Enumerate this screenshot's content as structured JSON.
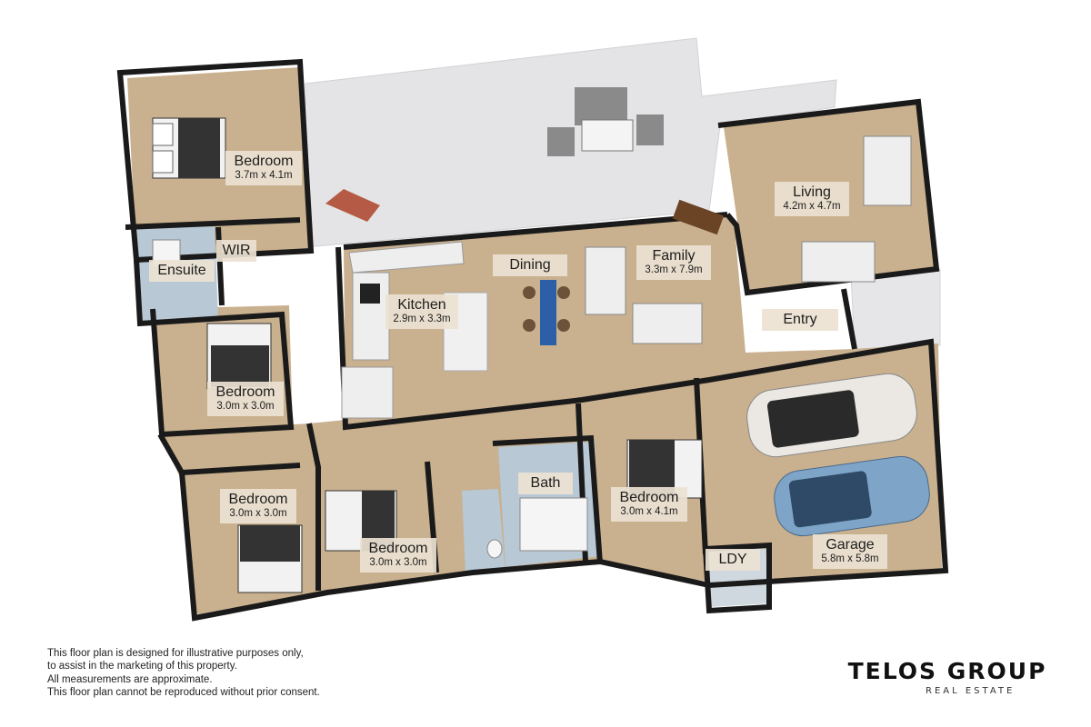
{
  "rooms": {
    "bedroom_master": {
      "name": "Bedroom",
      "dims": "3.7m x 4.1m"
    },
    "wir": {
      "name": "WIR"
    },
    "ensuite": {
      "name": "Ensuite"
    },
    "kitchen": {
      "name": "Kitchen",
      "dims": "2.9m x 3.3m"
    },
    "dining": {
      "name": "Dining"
    },
    "family": {
      "name": "Family",
      "dims": "3.3m x 7.9m"
    },
    "living": {
      "name": "Living",
      "dims": "4.2m x 4.7m"
    },
    "entry": {
      "name": "Entry"
    },
    "bedroom_2": {
      "name": "Bedroom",
      "dims": "3.0m x 3.0m"
    },
    "bedroom_3": {
      "name": "Bedroom",
      "dims": "3.0m x 3.0m"
    },
    "bedroom_4": {
      "name": "Bedroom",
      "dims": "3.0m x 3.0m"
    },
    "bath": {
      "name": "Bath"
    },
    "bedroom_5": {
      "name": "Bedroom",
      "dims": "3.0m x 4.1m"
    },
    "garage": {
      "name": "Garage",
      "dims": "5.8m x 5.8m"
    },
    "laundry": {
      "name": "LDY"
    }
  },
  "disclaimer": {
    "line1": "This floor plan is designed for illustrative purposes only,",
    "line2": "to assist in the marketing of this property.",
    "line3": "All measurements are approximate.",
    "line4": "This floor plan cannot be reproduced without prior consent."
  },
  "brand": {
    "name": "TELOS GROUP",
    "tagline": "REAL ESTATE"
  },
  "colors": {
    "floor": "#c9b08e",
    "wall": "#1a1a1a",
    "wet_area": "#b8c8d4",
    "deck": "#e6e6e8",
    "label_bg": "#ece2d2"
  }
}
